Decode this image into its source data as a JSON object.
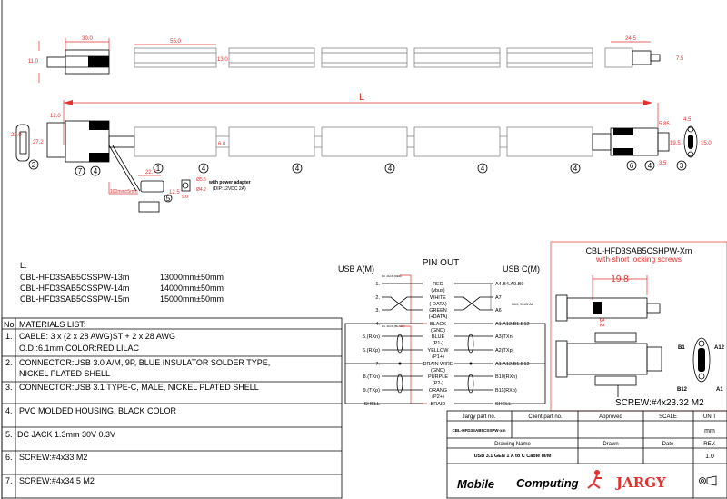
{
  "dimensions": {
    "top": {
      "screw_len": "30.0",
      "screw_h": "11.0",
      "segment_len": "55.0",
      "segment_h": "13.0",
      "right_len": "24.5",
      "right_h": "7.5"
    },
    "main": {
      "L": "L",
      "a_len": "12.0",
      "a_h": "27.2",
      "a_face": "22.0",
      "c_a": "5.85",
      "c_h": "19.5",
      "c_b": "3.5",
      "c_w": "4.5",
      "c_face": "15.0",
      "cable_d": "6.0"
    },
    "dc": {
      "w": "22.7",
      "h": "12.5",
      "len": "100mm±5mm",
      "d1": "Ø5.5",
      "d2": "Ø4.2",
      "jack_w": "9.0",
      "adapter_note": "with power adapter",
      "adapter_spec": "(DIP:12VDC 2A)"
    }
  },
  "balloons": [
    "1",
    "2",
    "3",
    "4",
    "5",
    "6",
    "7"
  ],
  "lengths": {
    "label": "L:",
    "rows": [
      {
        "part": "CBL-HFD3SAB5CSSPW-13m",
        "length": "13000mm±50mm"
      },
      {
        "part": "CBL-HFD3SAB5CSSPW-14m",
        "length": "14000mm±50mm"
      },
      {
        "part": "CBL-HFD3SAB5CSSPW-15m",
        "length": "15000mm±50mm"
      }
    ]
  },
  "materials": {
    "no_header": "No",
    "header": "MATERIALS LIST:",
    "items": [
      {
        "no": "1.",
        "line1": "CABLE: 3 x (2 x 28 AWG)ST + 2 x 28 AWG",
        "line2": "O.D.:6.1mm COLOR:RED LILAC"
      },
      {
        "no": "2.",
        "line1": "CONNECTOR:USB 3.0 A/M, 9P, BLUE INSULATOR SOLDER TYPE,",
        "line2": "NICKEL PLATED SHELL"
      },
      {
        "no": "3.",
        "line1": "CONNECTOR:USB 3.1 TYPE-C, MALE, NICKEL PLATED SHELL",
        "line2": ""
      },
      {
        "no": "4.",
        "line1": "PVC MOLDED HOUSING, BLACK COLOR",
        "line2": ""
      },
      {
        "no": "5.",
        "line1": "DC JACK 1.3mm 30V 0.3V",
        "line2": ""
      },
      {
        "no": "6.",
        "line1": "SCREW:#4x33 M2",
        "line2": ""
      },
      {
        "no": "7.",
        "line1": "SCREW:#4x34.5 M2",
        "line2": ""
      }
    ]
  },
  "pinout": {
    "title": "PIN OUT",
    "left_title": "USB A(M)",
    "right_title": "USB C(M)",
    "dc_red_note": "DC JACK (RED)",
    "dc_black_note": "DC JACK (BLACK)",
    "cc_note": "56K, 5%Ω A5",
    "rows": [
      {
        "left": "1.",
        "wire": "RED",
        "sub": "(vbus)",
        "right": "A4.B4.A9.B9"
      },
      {
        "left": "2.",
        "wire": "WHITE",
        "sub": "(-DATA)",
        "right": "A7"
      },
      {
        "left": "3.",
        "wire": "GREEN",
        "sub": "(+DATA)",
        "right": "A6"
      },
      {
        "left": "4.",
        "wire": "BLACK",
        "sub": "(GND)",
        "right": "A1.A12.B1.B12"
      },
      {
        "left": "5.(RXn)",
        "wire": "BLUE",
        "sub": "(P1-)",
        "right": "A3(TXn)"
      },
      {
        "left": "6.(RXp)",
        "wire": "YELLOW",
        "sub": "(P1+)",
        "right": "A2(TXp)"
      },
      {
        "left": "7.",
        "wire": "DRAIN WIRE",
        "sub": "(GND)",
        "right": "A1.A12.B1.B12"
      },
      {
        "left": "8.(TXn)",
        "wire": "PURPLE",
        "sub": "(P2-)",
        "right": "B10(RXn)"
      },
      {
        "left": "9.(TXp)",
        "wire": "ORANG",
        "sub": "(P2+)",
        "right": "B11(RXp)"
      },
      {
        "left": "SHELL",
        "wire": "BRAID",
        "sub": "",
        "right": "SHELL"
      }
    ]
  },
  "variant": {
    "title": "CBL-HFD3SAB5CSHPW-Xm",
    "subtitle": "with short locking screws",
    "dim_len": "19.8",
    "dim_h": "3.2",
    "pins": [
      "B1",
      "A12",
      "B12",
      "A1"
    ],
    "screw": "SCREW:#4x23.32 M2"
  },
  "title_block": {
    "h_part": "Jargy part no.",
    "h_client": "Client part no.",
    "h_approved": "Approved",
    "h_scale": "SCALE",
    "h_unit": "UNIT",
    "part_no": "CBL-HFD3SAB5CSSPW-xm",
    "unit": "mm",
    "h_drawing": "Drawing Name",
    "h_drawn": "Drawn",
    "h_date": "Date",
    "h_rev": "REV.",
    "drawing_name": "USB 3.1 GEN 1 A to C Cable M/M",
    "rev": "1.0",
    "logo1": "Mobile",
    "logo2": "Computing",
    "logo3": "JARGY"
  },
  "colors": {
    "dimension": "#e53030",
    "line": "#000000"
  }
}
